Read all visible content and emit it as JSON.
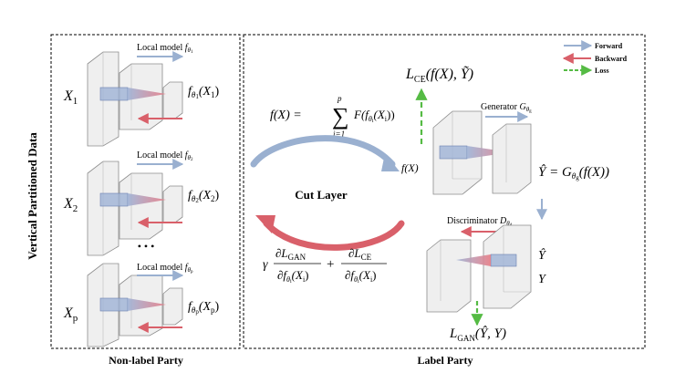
{
  "side_label": "Vertical Partitioned Data",
  "non_label_party": {
    "caption": "Non-label Party",
    "ellipsis": "• • •",
    "blocks": [
      {
        "model_label": "Local model",
        "model_fn": "f",
        "model_sub": "θ",
        "model_subsub": "1",
        "input_var": "X",
        "input_sub": "1",
        "output": "f",
        "out_sub": "θ",
        "out_subsub": "1",
        "out_arg": "(X",
        "out_arg_sub": "1",
        "out_close": ")"
      },
      {
        "model_label": "Local model",
        "model_fn": "f",
        "model_sub": "θ",
        "model_subsub": "2",
        "input_var": "X",
        "input_sub": "2",
        "output": "f",
        "out_sub": "θ",
        "out_subsub": "2",
        "out_arg": "(X",
        "out_arg_sub": "2",
        "out_close": ")"
      },
      {
        "model_label": "Local model",
        "model_fn": "f",
        "model_sub": "θ",
        "model_subsub": "p",
        "input_var": "X",
        "input_sub": "p",
        "output": "f",
        "out_sub": "θ",
        "out_subsub": "p",
        "out_arg": "(X",
        "out_arg_sub": "p",
        "out_close": ")"
      }
    ]
  },
  "label_party": {
    "caption": "Label Party",
    "cut_layer": "Cut Layer",
    "sum_lhs": "f(X) =",
    "sum_sigma": "∑",
    "sum_top": "p",
    "sum_bottom": "i=1",
    "sum_term": "F(f",
    "sum_term_sub": "θ",
    "sum_term_subsub": "i",
    "sum_term_tail": "(X",
    "sum_term_tail_sub": "i",
    "sum_term_close": "))",
    "fx": "f(X)",
    "l_ce": "L",
    "l_ce_sub": "CE",
    "l_ce_arg": "(f(X), Ỹ)",
    "generator": "Generator",
    "generator_sym": "G",
    "generator_sub": "θ",
    "generator_subsub": "g",
    "yhat_eq": "Ŷ = G",
    "yhat_sub": "θ",
    "yhat_subsub": "g",
    "yhat_tail": "(f(X))",
    "discriminator": "Discriminator",
    "disc_sym": "D",
    "disc_sub": "θ",
    "disc_subsub": "d",
    "yhat": "Ŷ",
    "y": "Y",
    "l_gan": "L",
    "l_gan_sub": "GAN",
    "l_gan_arg": "(Ŷ, Y)",
    "grad_gamma": "γ",
    "grad_num1": "∂L",
    "grad_num1_sub": "GAN",
    "grad_den1": "∂f",
    "grad_den1_sub": "θ",
    "grad_den1_subsub": "i",
    "grad_den1_tail": "(X",
    "grad_den1_tail_sub": "i",
    "grad_den1_close": ")",
    "grad_plus": "+",
    "grad_num2": "∂L",
    "grad_num2_sub": "CE",
    "grad_den2": "∂f",
    "grad_den2_sub": "θ",
    "grad_den2_subsub": "i",
    "grad_den2_tail": "(X",
    "grad_den2_tail_sub": "i",
    "grad_den2_close": ")"
  },
  "legend": {
    "forward": "Forward",
    "backward": "Backward",
    "loss": "Loss"
  },
  "colors": {
    "forward": "#9ab0d0",
    "backward": "#d9606a",
    "loss": "#55bb44",
    "box_fill": "#efefef",
    "box_stroke": "#8c8c8c"
  }
}
